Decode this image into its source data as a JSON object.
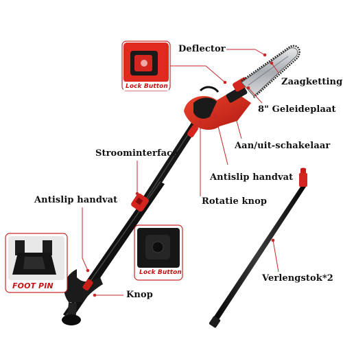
{
  "colors": {
    "accent_red": "#d4261f",
    "dark_red": "#a01010",
    "pole_black": "#151515",
    "bar_silver": "#b8bcc0",
    "leader_red": "#c62828"
  },
  "labels": {
    "deflector": "Deflector",
    "zaagketting": "Zaagketting",
    "geleideplaat": "8\" Geleideplaat",
    "schakelaar": "Aan/uit-schakelaar",
    "stroominterface": "Stroominterface",
    "antislip_upper": "Antislip handvat",
    "antislip_lower": "Antislip handvat",
    "rotatie": "Rotatie knop",
    "knop": "Knop",
    "verlengstok": "Verlengstok*2"
  },
  "insets": {
    "lock_button_top": "Lock Button",
    "lock_button_bottom": "Lock Button",
    "foot_pin": "FOOT PIN"
  }
}
